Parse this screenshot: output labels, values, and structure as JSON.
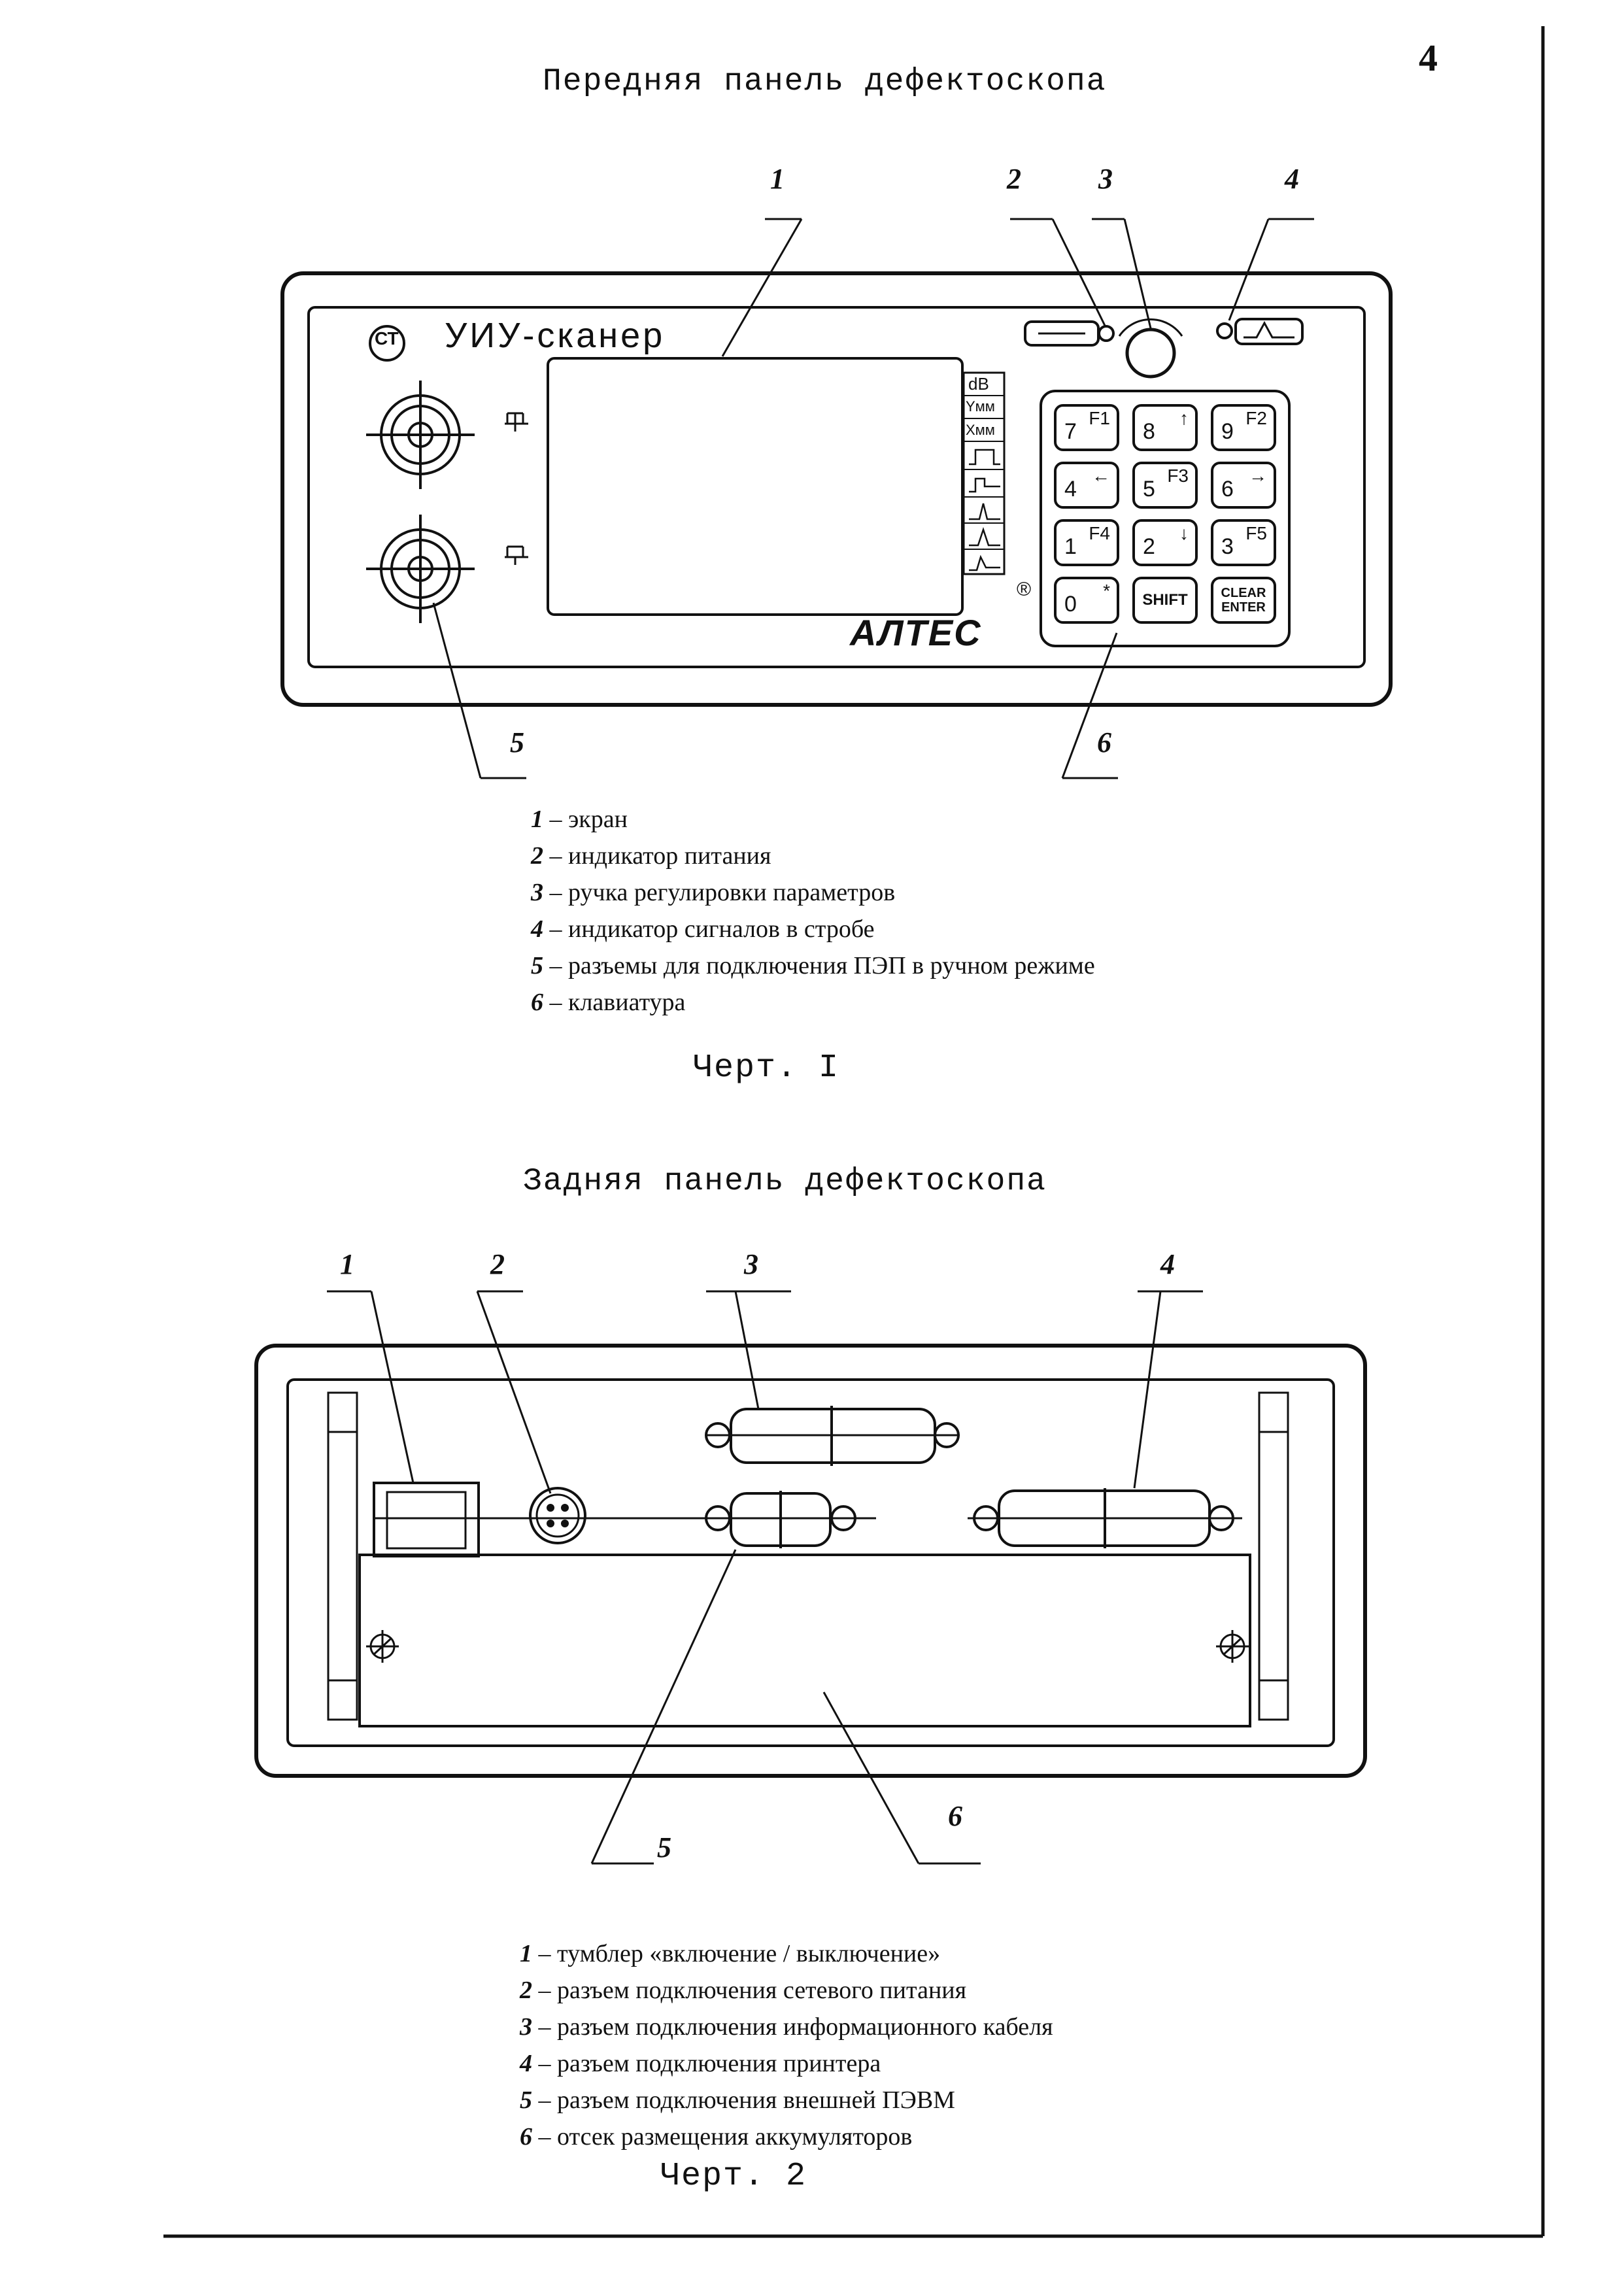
{
  "page_number": "4",
  "front": {
    "title": "Передняя панель дефектоскопа",
    "device_name": "УИУ-сканер",
    "logo_mark": "СТ",
    "brand": "АЛТЕС",
    "registered": "®",
    "screen_labels": [
      "dB",
      "Yмм",
      "Xмм"
    ],
    "keys": [
      {
        "main": "7",
        "sup": "F1"
      },
      {
        "main": "8",
        "sup": "↑"
      },
      {
        "main": "9",
        "sup": "F2"
      },
      {
        "main": "4",
        "sup": "←"
      },
      {
        "main": "5",
        "sup": "F3"
      },
      {
        "main": "6",
        "sup": "→"
      },
      {
        "main": "1",
        "sup": "F4"
      },
      {
        "main": "2",
        "sup": "↓"
      },
      {
        "main": "3",
        "sup": "F5"
      },
      {
        "main": "0",
        "sup": "*"
      },
      {
        "main": "SHIFT",
        "sup": ""
      },
      {
        "main": "CLEAR",
        "sup": "ENTER"
      }
    ],
    "callouts": [
      "1",
      "2",
      "3",
      "4",
      "5",
      "6"
    ],
    "legend": [
      {
        "num": "1",
        "text": " – экран"
      },
      {
        "num": "2",
        "text": " – индикатор питания"
      },
      {
        "num": "3",
        "text": " – ручка регулировки параметров"
      },
      {
        "num": "4",
        "text": " – индикатор сигналов в стробе"
      },
      {
        "num": "5",
        "text": " – разъемы для подключения ПЭП в ручном режиме"
      },
      {
        "num": "6",
        "text": " – клавиатура"
      }
    ],
    "caption": "Черт. I"
  },
  "rear": {
    "title": "Задняя панель дефектоскопа",
    "callouts": [
      "1",
      "2",
      "3",
      "4",
      "5",
      "6"
    ],
    "legend": [
      {
        "num": "1",
        "text": " – тумблер «включение / выключение»"
      },
      {
        "num": "2",
        "text": " – разъем подключения  сетевого питания"
      },
      {
        "num": "3",
        "text": " – разъем  подключения информационного кабеля"
      },
      {
        "num": "4",
        "text": " – разъем  подключения принтера"
      },
      {
        "num": "5",
        "text": " – разъем  подключения внешней ПЭВМ"
      },
      {
        "num": "6",
        "text": " – отсек размещения аккумуляторов"
      }
    ],
    "caption": "Черт. 2"
  }
}
